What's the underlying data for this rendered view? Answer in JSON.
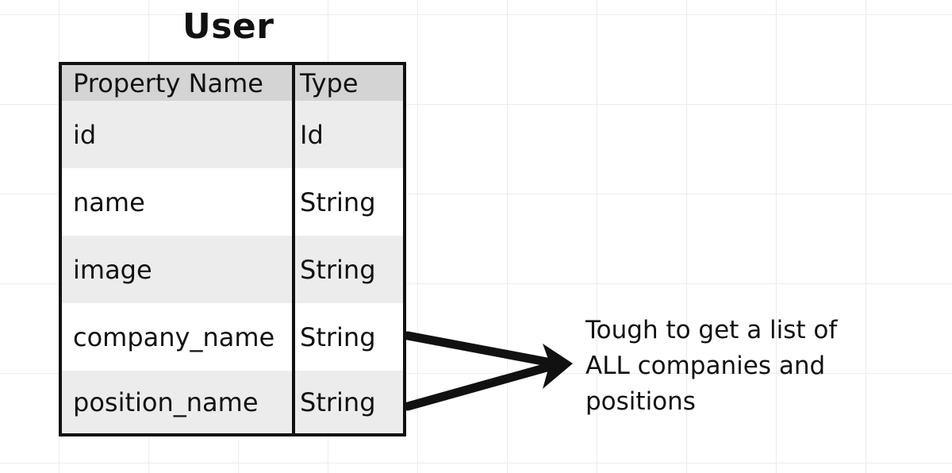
{
  "diagram": {
    "title": "User",
    "table": {
      "headers": {
        "name": "Property Name",
        "type": "Type"
      },
      "rows": [
        {
          "name": "id",
          "type": "Id"
        },
        {
          "name": "name",
          "type": "String"
        },
        {
          "name": "image",
          "type": "String"
        },
        {
          "name": "company_name",
          "type": "String"
        },
        {
          "name": "position_name",
          "type": "String"
        }
      ]
    },
    "annotation": {
      "lines": [
        "Tough to get a list of",
        "ALL companies and",
        "positions"
      ]
    }
  }
}
